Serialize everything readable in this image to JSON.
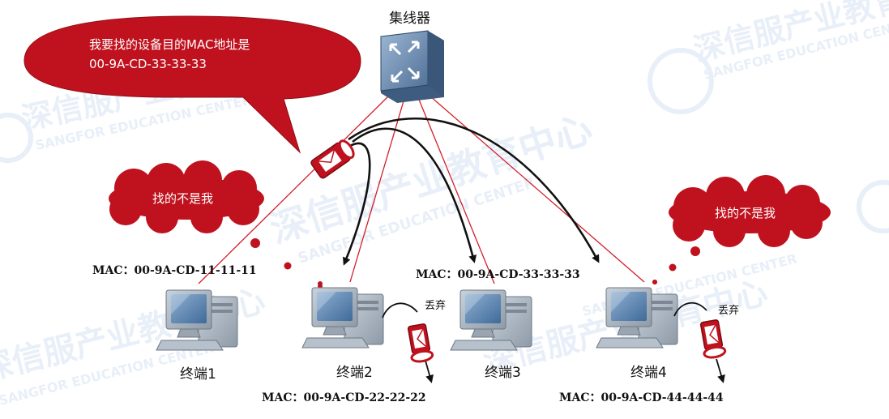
{
  "hub_label": "集线器",
  "speech": {
    "line1": "我要找的设备目的MAC地址是",
    "line2": "00-9A-CD-33-33-33"
  },
  "thought_left": "找的不是我",
  "thought_right": "找的不是我",
  "terminals": [
    {
      "name": "终端1",
      "mac": "MAC：00-9A-CD-11-11-11"
    },
    {
      "name": "终端2",
      "mac": "MAC：00-9A-CD-22-22-22",
      "drop": "丢弃"
    },
    {
      "name": "终端3",
      "mac": "MAC：00-9A-CD-33-33-33"
    },
    {
      "name": "终端4",
      "mac": "MAC：00-9A-CD-44-44-44",
      "drop": "丢弃"
    }
  ],
  "watermark": {
    "cn": "深信服产业教育中心",
    "en": "SANGFOR EDUCATION CENTER"
  },
  "colors": {
    "accent_red": "#c0121e",
    "line_red": "#d11f2a",
    "hub_blue": "#5b7fa8"
  }
}
